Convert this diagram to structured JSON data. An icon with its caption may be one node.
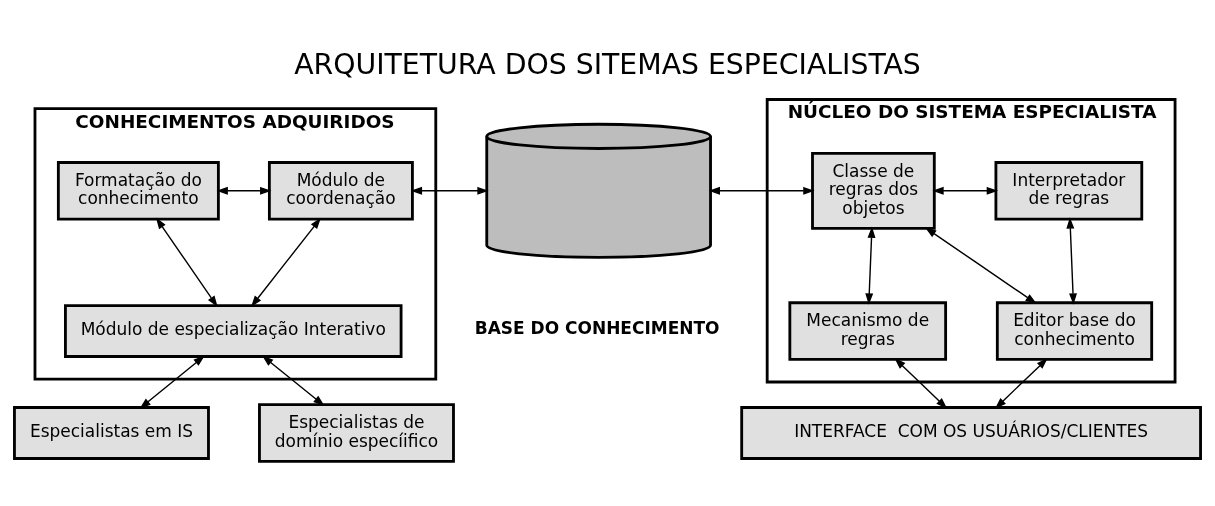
{
  "diagram": {
    "title": "ARQUITETURA DOS SITEMAS ESPECIALISTAS",
    "nodes": [
      {
        "text": [
          "CONHECIMENTOS ADQUIRIDOS"
        ]
      },
      {
        "text": [
          "Formatação do conhecimento"
        ],
        "in": 0
      },
      {
        "text": [
          "Módulo de coordenação"
        ],
        "in": 0
      },
      {
        "text": [
          "Módulo de especialização Interativo"
        ],
        "in": 0
      },
      {
        "text": [
          "Especialistas em IS"
        ]
      },
      {
        "text": [
          "Especialistas de domínio especíifico"
        ]
      },
      {
        "text": [],
        "shape": "cylinder",
        "beside": [
          "BASE DO CONHECIMENTO"
        ]
      },
      {
        "text": [
          "NÚCLEO DO SISTEMA ESPECIALISTA"
        ]
      },
      {
        "text": [
          "Classe de regras dos objetos"
        ],
        "in": 7
      },
      {
        "text": [
          "Interpretador de regras"
        ],
        "in": 7
      },
      {
        "text": [
          "Mecanismo de regras"
        ],
        "in": 7
      },
      {
        "text": [
          "Editor base do conhecimento"
        ],
        "in": 7
      },
      {
        "text": [
          "INTERFACE  COM OS USUÁRIOS/CLIENTES"
        ]
      }
    ],
    "edges": [
      {
        "from": 1,
        "to": 2,
        "arrow": "both"
      },
      {
        "from": 1,
        "to": 3,
        "arrow": "both"
      },
      {
        "from": 2,
        "to": 3,
        "arrow": "both"
      },
      {
        "from": 3,
        "to": 4,
        "arrow": "both"
      },
      {
        "from": 3,
        "to": 5,
        "arrow": "both"
      },
      {
        "from": 2,
        "to": 6,
        "arrow": "both"
      },
      {
        "from": 6,
        "to": 8,
        "arrow": "both"
      },
      {
        "from": 8,
        "to": 9,
        "arrow": "both"
      },
      {
        "from": 8,
        "to": 10,
        "arrow": "both"
      },
      {
        "from": 9,
        "to": 11,
        "arrow": "both"
      },
      {
        "from": 8,
        "to": 11,
        "arrow": "both"
      },
      {
        "from": 10,
        "to": 12,
        "arrow": "both"
      },
      {
        "from": 11,
        "to": 12,
        "arrow": "both"
      }
    ]
  }
}
